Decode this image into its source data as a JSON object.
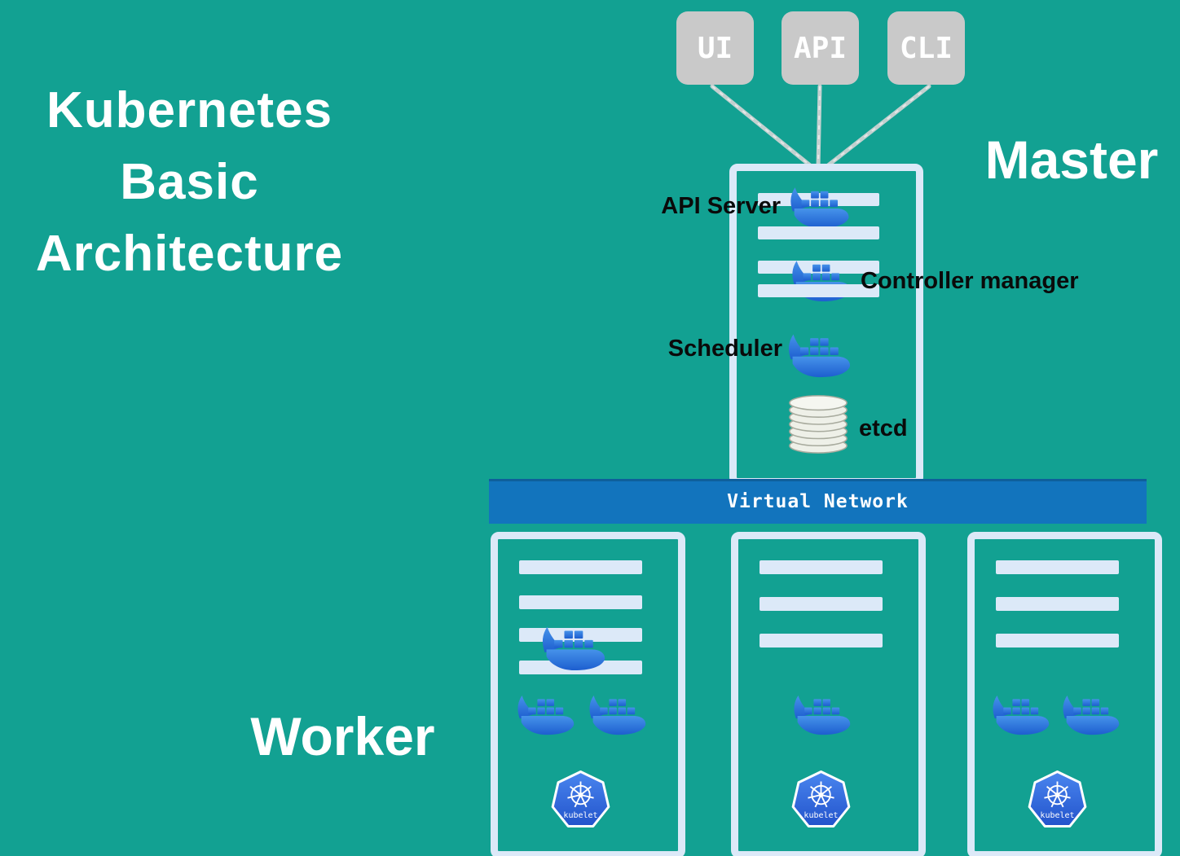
{
  "title": {
    "line1": "Kubernetes",
    "line2": "Basic",
    "line3": "Architecture"
  },
  "clients": [
    {
      "label": "UI"
    },
    {
      "label": "API"
    },
    {
      "label": "CLI"
    }
  ],
  "master": {
    "heading": "Master",
    "components": {
      "api_server": "API Server",
      "controller_manager": "Controller manager",
      "scheduler": "Scheduler",
      "etcd": "etcd"
    }
  },
  "network": {
    "label": "Virtual Network"
  },
  "worker": {
    "heading": "Worker",
    "nodes": [
      {
        "kubelet": "kubelet",
        "docker_icons": 3,
        "bars": 4
      },
      {
        "kubelet": "kubelet",
        "docker_icons": 1,
        "bars": 3
      },
      {
        "kubelet": "kubelet",
        "docker_icons": 2,
        "bars": 3
      }
    ]
  },
  "icons": {
    "docker": "docker-whale-icon",
    "kubelet_badge": "kubernetes-heptagon-wheel-icon",
    "etcd": "database-disk-stack-icon",
    "client_links": "gray-connector-lines"
  },
  "colors": {
    "background": "#12a192",
    "client-box": "#c9c9c9",
    "panel": "#dce9f8",
    "network": "#1274bd",
    "docker-blue": "#2e7ce0",
    "kube-blue": "#3069e0",
    "text-light": "#ffffff",
    "text-dark": "#0a0a0a",
    "line": "#d6d6d6"
  }
}
